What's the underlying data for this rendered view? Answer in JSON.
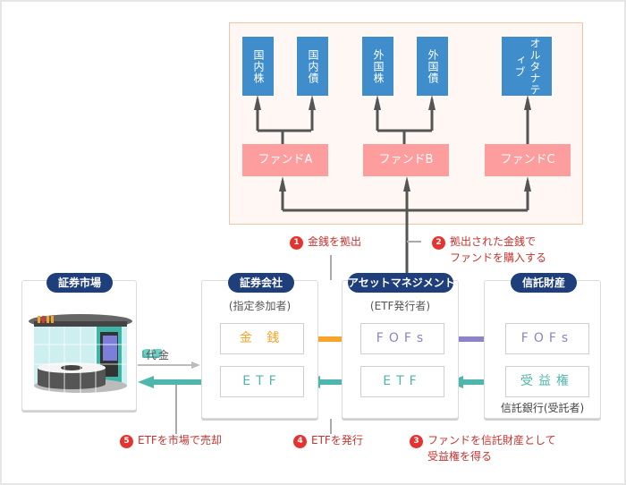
{
  "assets": [
    {
      "label": "国内株"
    },
    {
      "label": "国内債"
    },
    {
      "label": "外国株"
    },
    {
      "label": "外国債"
    },
    {
      "label": "オルタナティブ"
    }
  ],
  "funds": [
    {
      "label": "ファンドA"
    },
    {
      "label": "ファンドB"
    },
    {
      "label": "ファンドC"
    }
  ],
  "panels": {
    "market": {
      "title": "証券市場"
    },
    "securities": {
      "title": "証券会社",
      "subtitle": "(指定参加者)",
      "box_top": "金 銭",
      "box_bottom": "ETF"
    },
    "asset_mgmt": {
      "title": "アセットマネジメント",
      "subtitle": "(ETF発行者)",
      "box_top": "FOFs",
      "box_bottom": "ETF"
    },
    "trust": {
      "title": "信託財産",
      "box_top": "FOFs",
      "box_bottom": "受益権",
      "caption": "信託銀行(受託者)"
    }
  },
  "payment_label": "代金",
  "steps": [
    {
      "num": "1",
      "text": "金銭を拠出"
    },
    {
      "num": "2",
      "text": "拠出された金銭で",
      "text2": "ファンドを購入する"
    },
    {
      "num": "3",
      "text": "ファンドを信託財産として",
      "text2": "受益権を得る"
    },
    {
      "num": "4",
      "text": "ETFを発行"
    },
    {
      "num": "5",
      "text": "ETFを市場で売却"
    }
  ],
  "colors": {
    "asset_blue": "#3f8dcb",
    "fund_pink": "#fe9d9d",
    "pill_navy": "#1f3e7c",
    "money_orange": "#f6a42a",
    "etf_teal": "#4fb6ad",
    "fofs_purple": "#8c83c8",
    "step_red": "#e5332f"
  }
}
